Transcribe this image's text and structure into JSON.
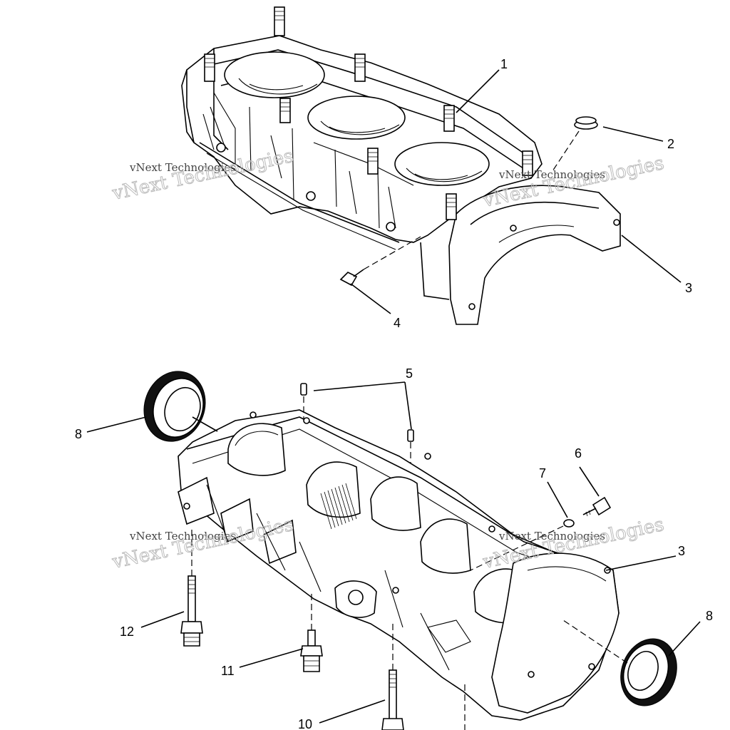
{
  "watermarks": [
    {
      "line1": "vNext Technologies",
      "line2": "vNext Technologies"
    },
    {
      "line1": "vNext Technologies",
      "line2": "vNext Technologies"
    },
    {
      "line1": "vNext Technologies",
      "line2": "vNext Technologies"
    },
    {
      "line1": "vNext Technologies",
      "line2": "vNext Technologies"
    }
  ],
  "callouts": {
    "c1": "1",
    "c2": "2",
    "c3a": "3",
    "c4": "4",
    "c5": "5",
    "c6": "6",
    "c7": "7",
    "c8a": "8",
    "c3b": "3",
    "c8b": "8",
    "c12": "12",
    "c11": "11",
    "c10": "10"
  }
}
